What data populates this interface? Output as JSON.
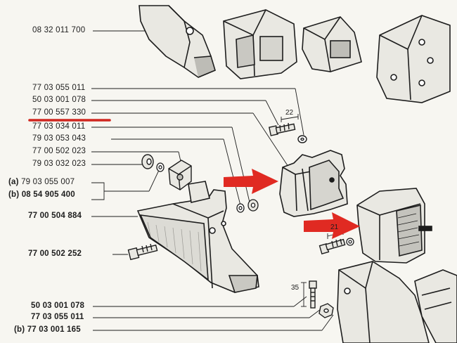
{
  "labels": {
    "top_part": "08 32 011 700",
    "part_1": "77 03 055 011",
    "part_2": "50 03 001 078",
    "part_3_highlighted": "77 00 557 330",
    "part_4": "77 03 034 011",
    "part_5": "79 03 053 043",
    "part_6": "77 00 502 023",
    "part_7": "79 03 032 023",
    "part_8_prefix": "(a)",
    "part_8": "79 03 055 007",
    "part_9_prefix": "(b)",
    "part_9": "08 54 905 400",
    "part_10": "77 00 504 884",
    "part_11": "77 00 502 252",
    "part_12": "50 03 001 078",
    "part_13": "77 03 055 011",
    "part_14_prefix": "(b)",
    "part_14": "77 03 001 165"
  },
  "dimensions": {
    "bolt_length_upper": "22",
    "bolt_length_middle": "21",
    "bolt_length_lower": "35"
  },
  "colors": {
    "highlight": "#d0261f",
    "arrow": "#e02a22",
    "ink": "#1d1d1d"
  }
}
